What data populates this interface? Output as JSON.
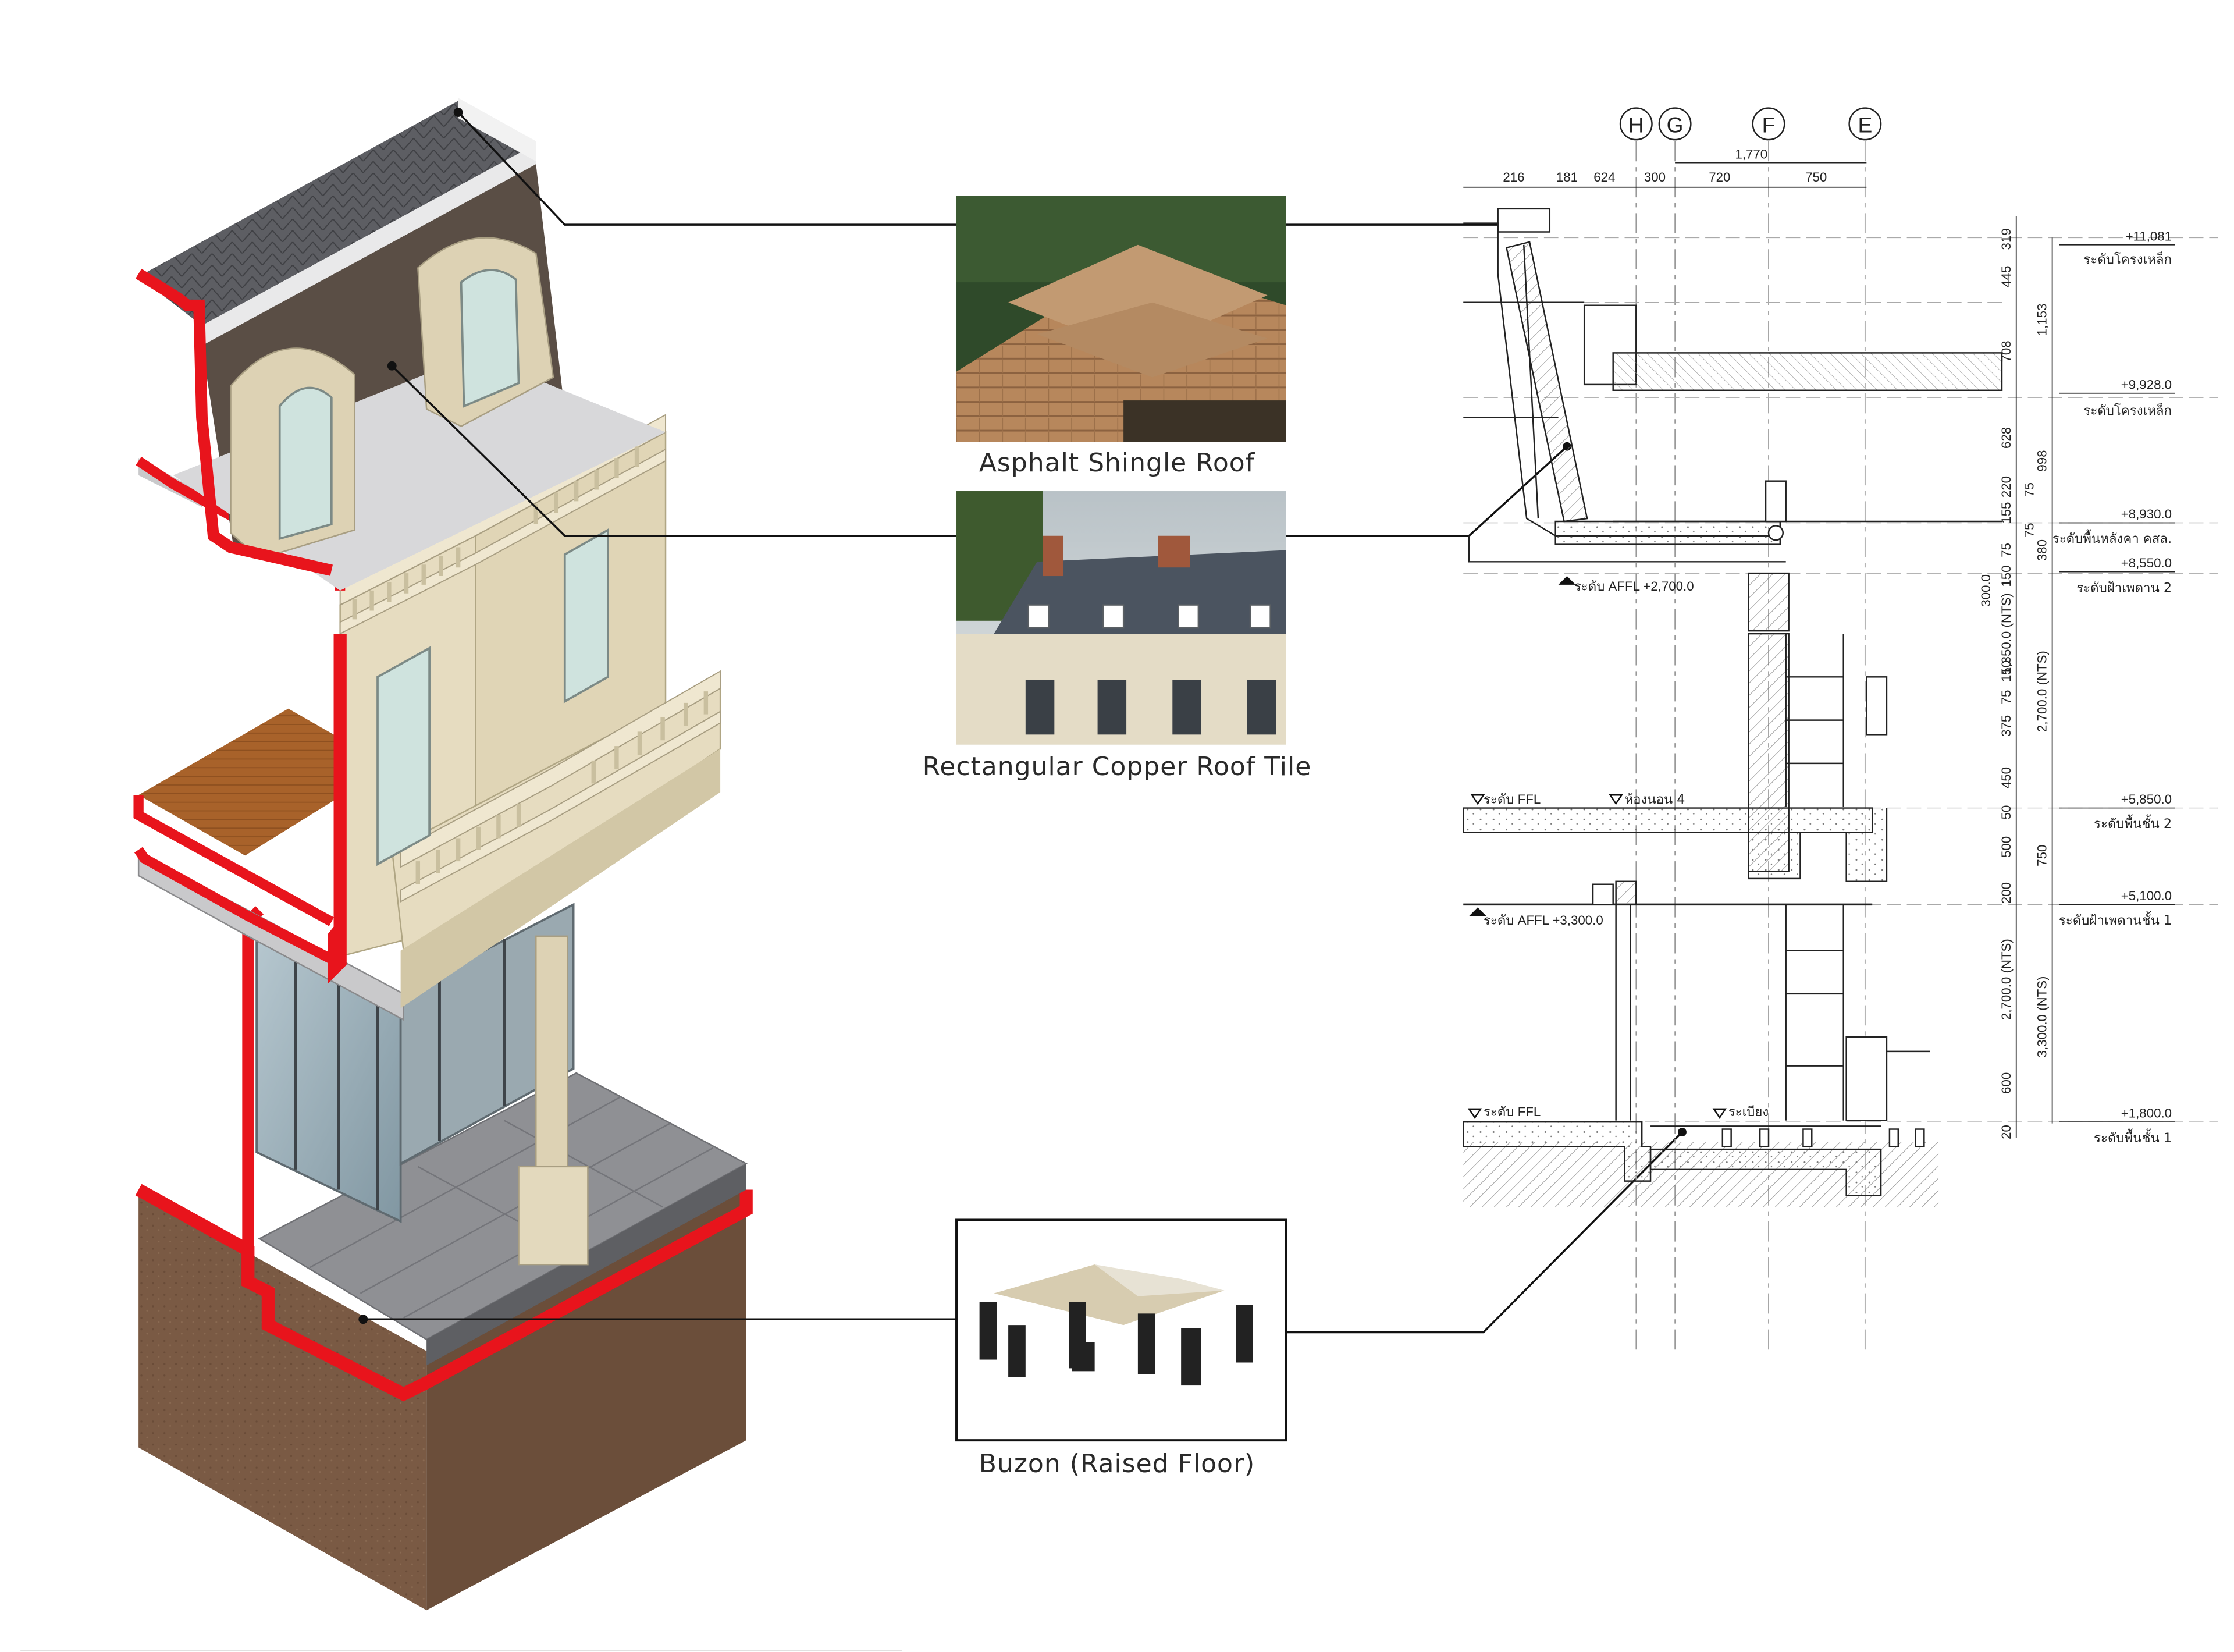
{
  "callouts": {
    "roof_shingle": "Asphalt Shingle Roof",
    "roof_copper": "Rectangular Copper Roof Tile",
    "raised_floor": "Buzon (Raised Floor)"
  },
  "grid_labels": [
    "H",
    "G",
    "F",
    "E"
  ],
  "dimensions_top": {
    "overall": "1,770",
    "segments": [
      "216",
      "181",
      "624",
      "300",
      "720",
      "750"
    ]
  },
  "dimensions_vertical": [
    "319",
    "445",
    "708",
    "628",
    "220",
    "75",
    "155",
    "75",
    "75",
    "150",
    "300.0",
    "1,350.0 (NTS)",
    "150",
    "75",
    "375",
    "450",
    "50",
    "500",
    "200",
    "2,700.0 (NTS)",
    "600",
    "20"
  ],
  "dimensions_vertical_outer": [
    "1,153",
    "998",
    "380",
    "2,700.0 (NTS)",
    "750",
    "3,300.0 (NTS)"
  ],
  "levels": [
    {
      "value": "+11,081",
      "label": "ระดับโครงเหล็ก"
    },
    {
      "value": "+9,928.0",
      "label": "ระดับโครงเหล็ก"
    },
    {
      "value": "+8,930.0",
      "label": "ระดับพื้นหลังคา คสล."
    },
    {
      "value": "+8,550.0",
      "label": "ระดับฝ้าเพดาน 2"
    },
    {
      "value": "+5,850.0",
      "label": "ระดับพื้นชั้น 2"
    },
    {
      "value": "+5,100.0",
      "label": "ระดับฝ้าเพดานชั้น 1"
    },
    {
      "value": "+1,800.0",
      "label": "ระดับพื้นชั้น 1"
    }
  ],
  "section_notes": {
    "affl_upper": "ระดับ AFFL +2,700.0",
    "ffl_upper": "ระดับ FFL",
    "bedroom": "ห้องนอน 4",
    "affl_lower": "ระดับ AFFL +3,300.0",
    "ffl_lower": "ระดับ FFL",
    "veranda": "ระเบียง"
  },
  "colors": {
    "cut_red": "#e8141c",
    "stone": "#e6dcc0",
    "soil": "#7a5a44",
    "roof": "#6a6a6e",
    "wood": "#a8622a",
    "glass": "#9fb4bd",
    "paving": "#8f9094",
    "line": "#222222"
  }
}
